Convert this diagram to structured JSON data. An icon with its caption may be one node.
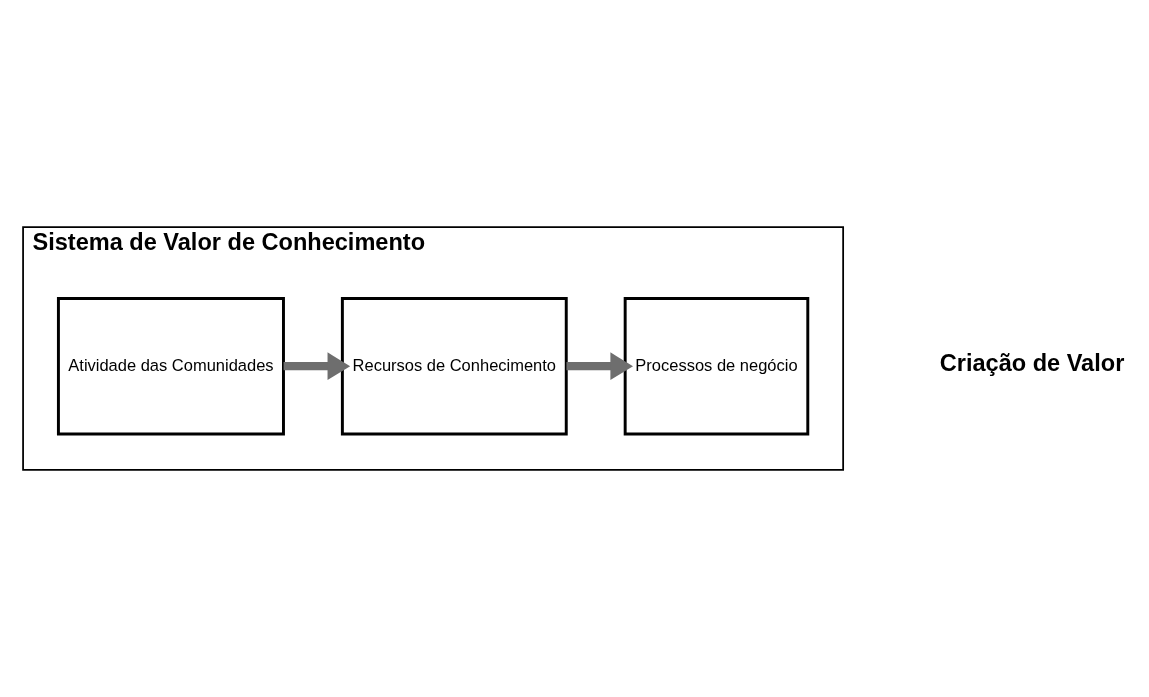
{
  "diagram": {
    "nodes": [
      {
        "text": [
          "Sistema de Valor de Conhecimento"
        ]
      },
      {
        "text": [
          "Atividade das Comunidades"
        ],
        "in": 0
      },
      {
        "text": [
          "Recursos de Conhecimento"
        ],
        "in": 0
      },
      {
        "text": [
          "Processos de negócio"
        ],
        "in": 0
      }
    ],
    "edges": [
      {
        "from": 1,
        "to": 2,
        "arrow": "to"
      },
      {
        "from": 2,
        "to": 3,
        "arrow": "to"
      }
    ],
    "labels": [
      "Criação de Valor"
    ]
  }
}
